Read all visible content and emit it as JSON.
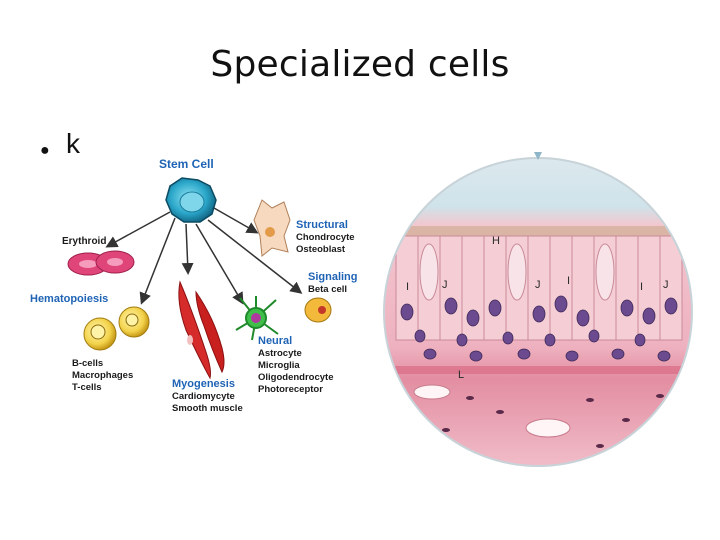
{
  "slide": {
    "title": "Specialized cells",
    "bullet_text": "k"
  },
  "diagram": {
    "stem_cell": "Stem Cell",
    "erythroid": "Erythroid",
    "hematopoiesis": "Hematopoiesis",
    "hematopoiesis_items": [
      "B-cells",
      "Macrophages",
      "T-cells"
    ],
    "myogenesis": "Myogenesis",
    "myogenesis_items": [
      "Cardiomycyte",
      "Smooth muscle"
    ],
    "neural": "Neural",
    "neural_items": [
      "Astrocyte",
      "Microglia",
      "Oligodendrocyte",
      "Photoreceptor"
    ],
    "structural": "Structural",
    "structural_items": [
      "Chondrocyte",
      "Osteoblast"
    ],
    "signaling": "Signaling",
    "signaling_items": [
      "Beta cell"
    ]
  },
  "tissue": {
    "labels": [
      "H",
      "J",
      "I",
      "J",
      "I",
      "J",
      "I",
      "L"
    ]
  },
  "colors": {
    "label_blue": "#1f63b5",
    "stem_cell": "#2aa6c9",
    "red_cell": "#e0457a",
    "tissue_pink": "#f0b8c4",
    "nucleus": "#6b4a8f"
  }
}
